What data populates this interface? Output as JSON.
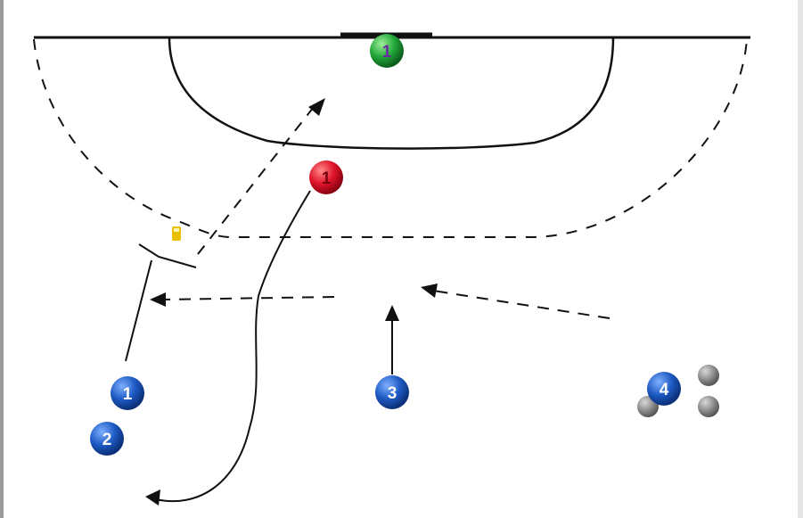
{
  "colors": {
    "background": "#ffffff",
    "lines": "#111111",
    "attacker": "#1e5bc4",
    "defender": "#e0142a",
    "goalkeeper": "#22a83a",
    "cone": "#8a8a8a",
    "marker": "#e8c000"
  },
  "players": {
    "goalkeeper": {
      "label": "1"
    },
    "defender": {
      "label": "1"
    },
    "attacker_1": {
      "label": "1"
    },
    "attacker_2": {
      "label": "2"
    },
    "attacker_3": {
      "label": "3"
    },
    "attacker_4": {
      "label": "4"
    }
  },
  "icons": {
    "cones": "cone-icon",
    "marker": "marker-icon"
  }
}
